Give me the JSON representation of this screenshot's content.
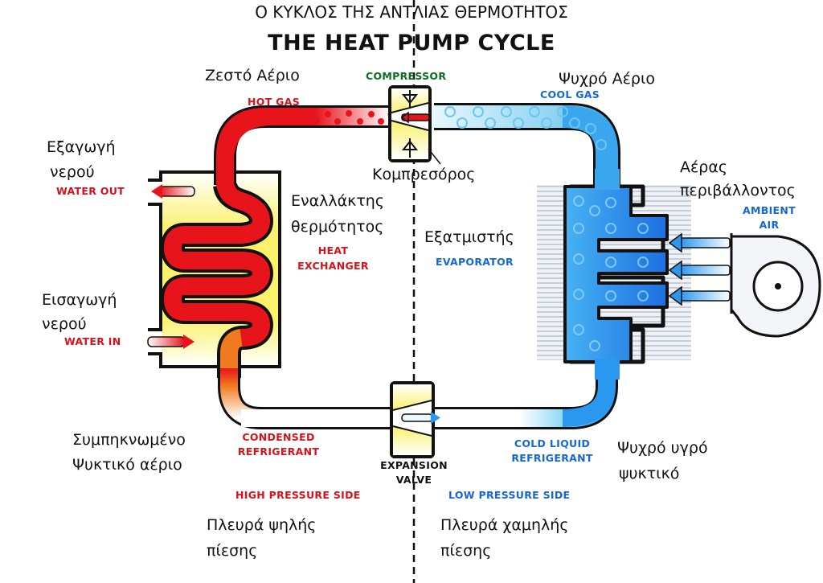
{
  "title": {
    "greek": "Ο ΚΥΚΛΟΣ ΤΗΣ ΑΝΤΛΙΑΣ ΘΕΡΜΟΤΗΤΟΣ",
    "english": "THE HEAT PUMP CYCLE"
  },
  "labels": {
    "hot_gas": {
      "greek": "Ζεστό Αέριο",
      "english": "HOT GAS"
    },
    "compressor": {
      "greek": "Κομπρεσόρος",
      "english": "COMPRESSOR"
    },
    "cool_gas": {
      "greek": "Ψυχρό Αέριο",
      "english": "COOL GAS"
    },
    "water_out": {
      "greek_line1": "Εξαγωγή",
      "greek_line2": "νερού",
      "english": "WATER OUT"
    },
    "water_in": {
      "greek_line1": "Εισαγωγή",
      "greek_line2": "νερού",
      "english": "WATER IN"
    },
    "heat_exchanger": {
      "greek_line1": "Εναλλάκτης",
      "greek_line2": "θερμότητος",
      "english_line1": "HEAT",
      "english_line2": "EXCHANGER"
    },
    "evaporator": {
      "greek": "Εξατμιστής",
      "english": "EVAPORATOR"
    },
    "ambient_air": {
      "greek_line1": "Αέρας",
      "greek_line2": "περιβάλλοντος",
      "english_line1": "AMBIENT",
      "english_line2": "AIR"
    },
    "condensed_refrigerant": {
      "greek_line1": "Συμπηκνωμένο",
      "greek_line2": "Ψυκτικό αέριο",
      "english_line1": "CONDENSED",
      "english_line2": "REFRIGERANT"
    },
    "expansion_valve": {
      "english_line1": "EXPANSION",
      "english_line2": "VALVE"
    },
    "cold_liquid_refrigerant": {
      "greek_line1": "Ψυχρό υγρό",
      "greek_line2": "ψυκτικό",
      "english_line1": "COLD LIQUID",
      "english_line2": "REFRIGERANT"
    },
    "high_pressure_side": {
      "greek_line1": "Πλευρά ψηλής",
      "greek_line2": "πίεσης",
      "english": "HIGH PRESSURE SIDE"
    },
    "low_pressure_side": {
      "greek_line1": "Πλευρά χαμηλής",
      "greek_line2": "πίεσης",
      "english": "LOW PRESSURE SIDE"
    }
  },
  "colors": {
    "hot": "#e8141c",
    "warm": "#f07a1e",
    "cold": "#1f8ef0",
    "cold_light": "#9fdcf7",
    "exchanger_fill": "#fbf16a",
    "outline": "#111111",
    "english_red": "#d8111b",
    "english_blue": "#1566d6",
    "english_green": "#0b6b22"
  },
  "icons": {
    "compressor": "compressor-valve-icon",
    "expansion_valve": "expansion-valve-icon",
    "fan": "fan-blower-icon",
    "flow_arrow": "flow-arrow-icon"
  }
}
